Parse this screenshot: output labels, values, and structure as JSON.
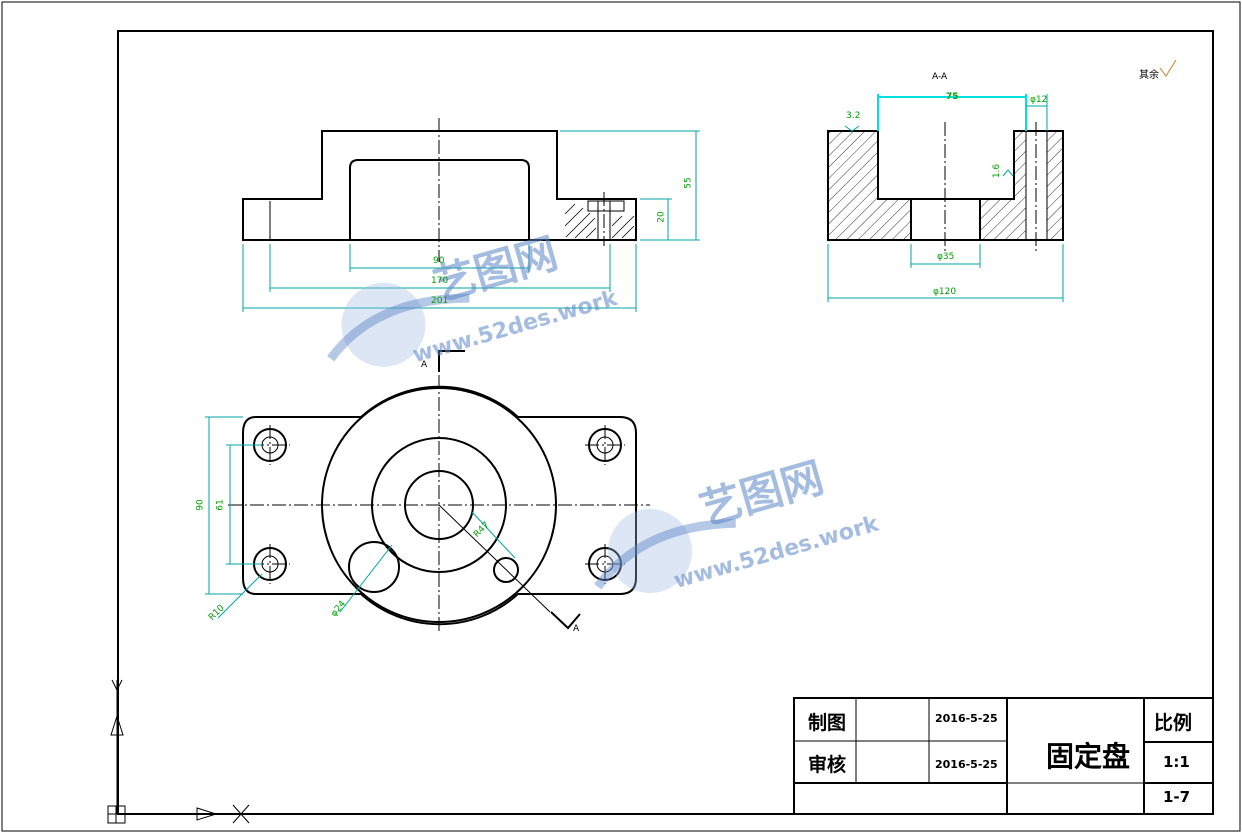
{
  "section_label": "A-A",
  "cut_label_a": "A",
  "cut_label_b": "A",
  "roughness_note": "其余",
  "dims_front": {
    "d90": "90",
    "d170": "170",
    "d201": "201",
    "d55": "55",
    "d20": "20"
  },
  "dims_section": {
    "d75": "75",
    "d12": "φ12",
    "d32": "3.2",
    "d16": "1.6",
    "d35": "φ35",
    "d120": "φ120"
  },
  "dims_top": {
    "d90v": "90",
    "d61": "61",
    "r10": "R10",
    "d24": "φ24",
    "r47": "R47"
  },
  "title_block": {
    "drawn_label": "制图",
    "drawn_date": "2016-5-25",
    "checked_label": "审核",
    "checked_date": "2016-5-25",
    "part_name": "固定盘",
    "scale_label": "比例",
    "scale_value": "1:1",
    "sheet_no": "1-7"
  },
  "watermark": {
    "brand": "艺图网",
    "url": "www.52des.work"
  },
  "colors": {
    "line": "#000000",
    "dimension": "#00a6a6",
    "dim_text": "#00a000",
    "watermark": "#5b86c8"
  }
}
